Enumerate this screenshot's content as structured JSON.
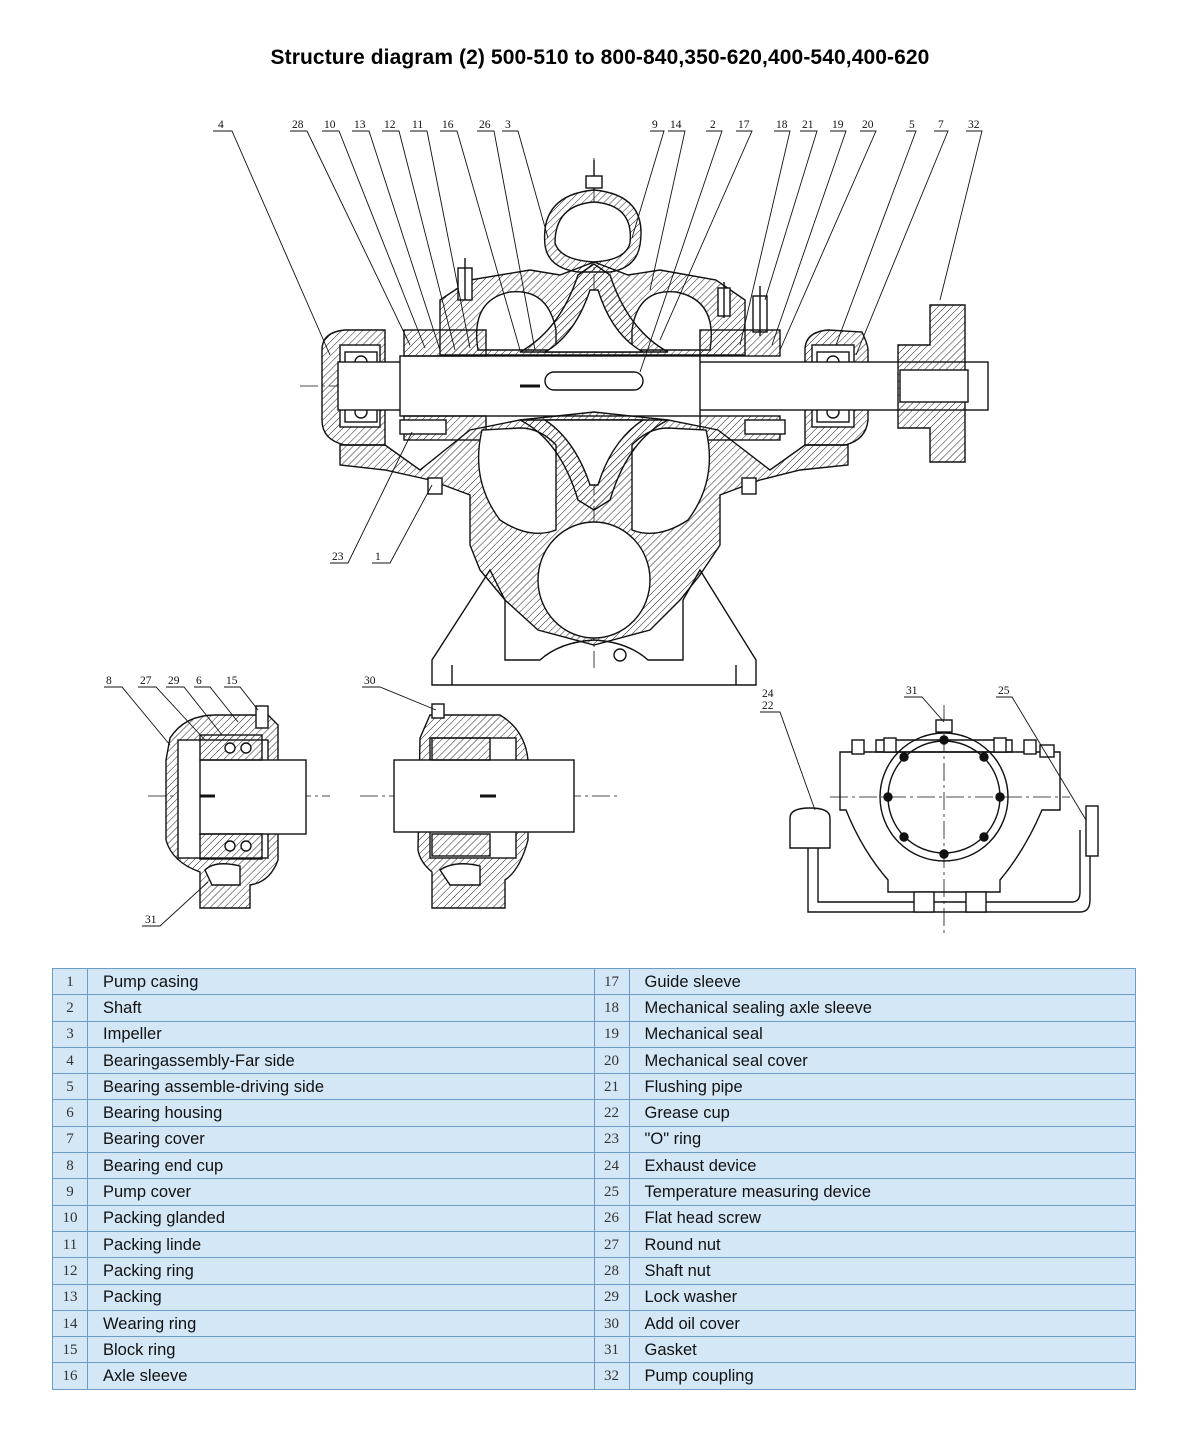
{
  "title": "Structure diagram (2) 500-510 to 800-840,350-620,400-540,400-620",
  "callouts": {
    "top": [
      "4",
      "28",
      "10",
      "13",
      "12",
      "11",
      "16",
      "26",
      "3",
      "9",
      "14",
      "2",
      "17",
      "18",
      "21",
      "19",
      "20",
      "5",
      "7",
      "32"
    ],
    "main_lower": [
      "23",
      "1"
    ],
    "bearing_left": [
      "8",
      "27",
      "29",
      "6",
      "15",
      "31"
    ],
    "bearing_mid": [
      "30"
    ],
    "end_view": [
      "24",
      "22",
      "31",
      "25"
    ]
  },
  "parts": [
    {
      "no": "1",
      "name": "Pump casing"
    },
    {
      "no": "2",
      "name": "Shaft"
    },
    {
      "no": "3",
      "name": "Impeller"
    },
    {
      "no": "4",
      "name": "Bearingassembly-Far side"
    },
    {
      "no": "5",
      "name": "Bearing assemble-driving side"
    },
    {
      "no": "6",
      "name": "Bearing housing"
    },
    {
      "no": "7",
      "name": "Bearing cover"
    },
    {
      "no": "8",
      "name": "Bearing end cup"
    },
    {
      "no": "9",
      "name": "Pump cover"
    },
    {
      "no": "10",
      "name": "Packing glanded"
    },
    {
      "no": "11",
      "name": "Packing linde"
    },
    {
      "no": "12",
      "name": "Packing ring"
    },
    {
      "no": "13",
      "name": "Packing"
    },
    {
      "no": "14",
      "name": "Wearing ring"
    },
    {
      "no": "15",
      "name": "Block ring"
    },
    {
      "no": "16",
      "name": "Axle sleeve"
    },
    {
      "no": "17",
      "name": "Guide sleeve"
    },
    {
      "no": "18",
      "name": "Mechanical sealing axle sleeve"
    },
    {
      "no": "19",
      "name": "Mechanical seal"
    },
    {
      "no": "20",
      "name": "Mechanical seal cover"
    },
    {
      "no": "21",
      "name": "Flushing pipe"
    },
    {
      "no": "22",
      "name": "Grease cup"
    },
    {
      "no": "23",
      "name": "\"O\" ring"
    },
    {
      "no": "24",
      "name": "Exhaust device"
    },
    {
      "no": "25",
      "name": "Temperature measuring device"
    },
    {
      "no": "26",
      "name": "Flat head screw"
    },
    {
      "no": "27",
      "name": "Round nut"
    },
    {
      "no": "28",
      "name": "Shaft nut"
    },
    {
      "no": "29",
      "name": "Lock washer"
    },
    {
      "no": "30",
      "name": "Add oil cover"
    },
    {
      "no": "31",
      "name": "Gasket"
    },
    {
      "no": "32",
      "name": "Pump coupling"
    }
  ],
  "colors": {
    "table_fill": "#d4e7f7",
    "table_border": "#6d9cc8",
    "line": "#111111"
  }
}
